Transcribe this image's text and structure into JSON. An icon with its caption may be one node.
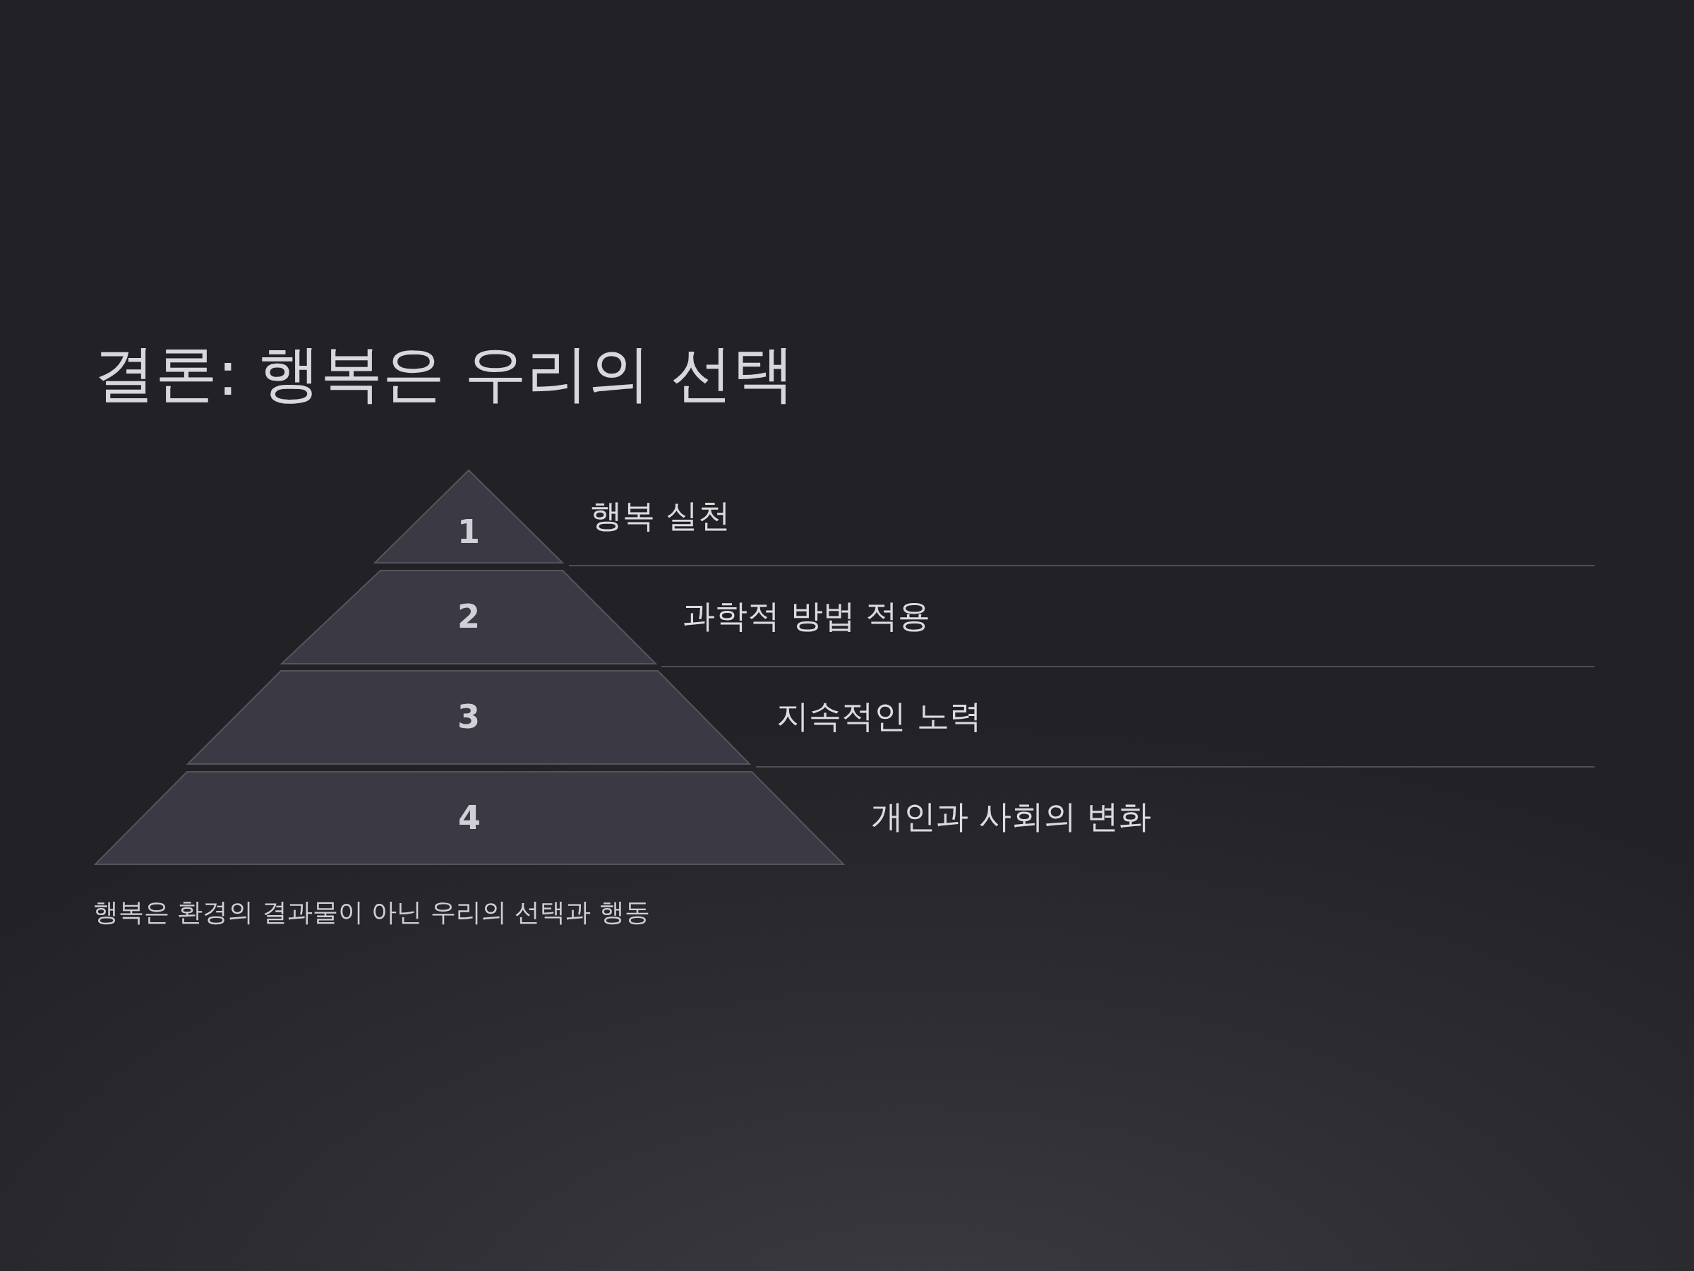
{
  "diagram": {
    "title": "결론: 행복은 우리의 선택",
    "nodes": [
      {
        "text": [
          "1"
        ],
        "beside": [
          "행복 실천"
        ]
      },
      {
        "text": [
          "2"
        ],
        "beside": [
          "과학적 방법 적용"
        ]
      },
      {
        "text": [
          "3"
        ],
        "beside": [
          "지속적인 노력"
        ]
      },
      {
        "text": [
          "4"
        ],
        "beside": [
          "개인과 사회의 변화"
        ]
      }
    ],
    "caption": "행복은 환경의 결과물이 아닌 우리의 선택과 행동"
  }
}
